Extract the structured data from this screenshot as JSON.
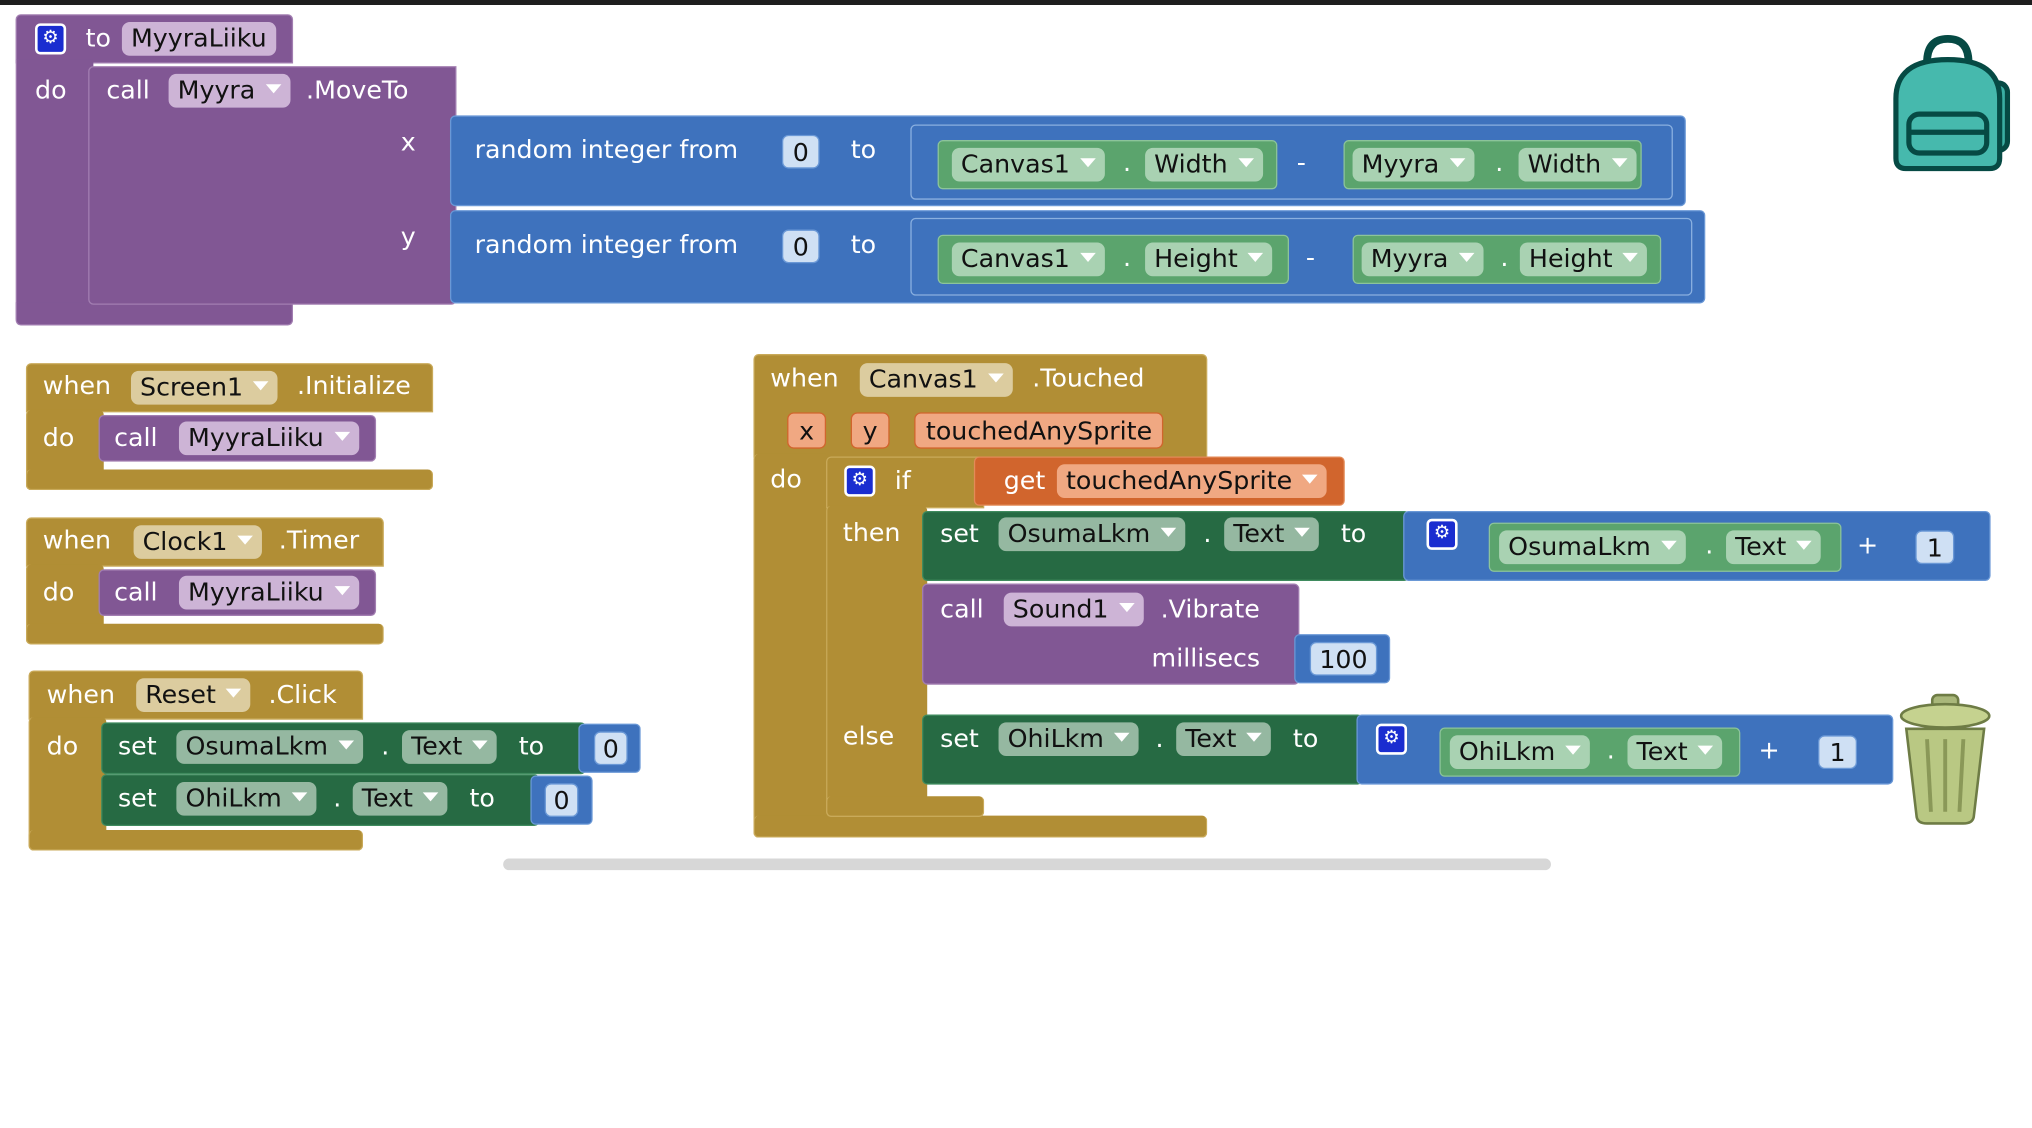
{
  "colors": {
    "procedure": "#815794",
    "event": "#b18e35",
    "math": "#3e72bd",
    "component_setter": "#266a43",
    "component_getter": "#5ba46d",
    "variable": "#d1652d",
    "gear": "#1a2dd0"
  },
  "icons": {
    "mutator": "gear-icon",
    "backpack": "backpack-icon",
    "trash": "trash-can-icon",
    "dropdown": "triangle-down-icon"
  },
  "procedure": {
    "to": "to",
    "name": "MyyraLiiku",
    "do": "do",
    "call": {
      "keyword": "call",
      "component": "Myyra",
      "method": ".MoveTo",
      "x_label": "x",
      "y_label": "y"
    },
    "x_expr": {
      "label": "random integer from",
      "from": "0",
      "to_label": "to",
      "a_comp": "Canvas1",
      "a_prop": "Width",
      "dot": ".",
      "minus": "-",
      "b_comp": "Myyra",
      "b_prop": "Width"
    },
    "y_expr": {
      "label": "random integer from",
      "from": "0",
      "to_label": "to",
      "a_comp": "Canvas1",
      "a_prop": "Height",
      "dot": ".",
      "minus": "-",
      "b_comp": "Myyra",
      "b_prop": "Height"
    }
  },
  "screen_init": {
    "when": "when",
    "component": "Screen1",
    "event": ".Initialize",
    "do": "do",
    "call": "call",
    "proc": "MyyraLiiku"
  },
  "clock_timer": {
    "when": "when",
    "component": "Clock1",
    "event": ".Timer",
    "do": "do",
    "call": "call",
    "proc": "MyyraLiiku"
  },
  "reset_click": {
    "when": "when",
    "component": "Reset",
    "event": ".Click",
    "do": "do",
    "set1": {
      "set": "set",
      "comp": "OsumaLkm",
      "dot": ".",
      "prop": "Text",
      "to": "to",
      "value": "0"
    },
    "set2": {
      "set": "set",
      "comp": "OhiLkm",
      "dot": ".",
      "prop": "Text",
      "to": "to",
      "value": "0"
    }
  },
  "canvas_touched": {
    "when": "when",
    "component": "Canvas1",
    "event": ".Touched",
    "params": [
      "x",
      "y",
      "touchedAnySprite"
    ],
    "do": "do",
    "if": "if",
    "get": "get",
    "var": "touchedAnySprite",
    "then": "then",
    "else": "else",
    "then_set": {
      "set": "set",
      "comp": "OsumaLkm",
      "dot": ".",
      "prop": "Text",
      "to": "to",
      "g_comp": "OsumaLkm",
      "g_prop": "Text",
      "plus": "+",
      "value": "1"
    },
    "vibrate": {
      "call": "call",
      "comp": "Sound1",
      "method": ".Vibrate",
      "arg": "millisecs",
      "value": "100"
    },
    "else_set": {
      "set": "set",
      "comp": "OhiLkm",
      "dot": ".",
      "prop": "Text",
      "to": "to",
      "g_comp": "OhiLkm",
      "g_prop": "Text",
      "plus": "+",
      "value": "1"
    }
  }
}
